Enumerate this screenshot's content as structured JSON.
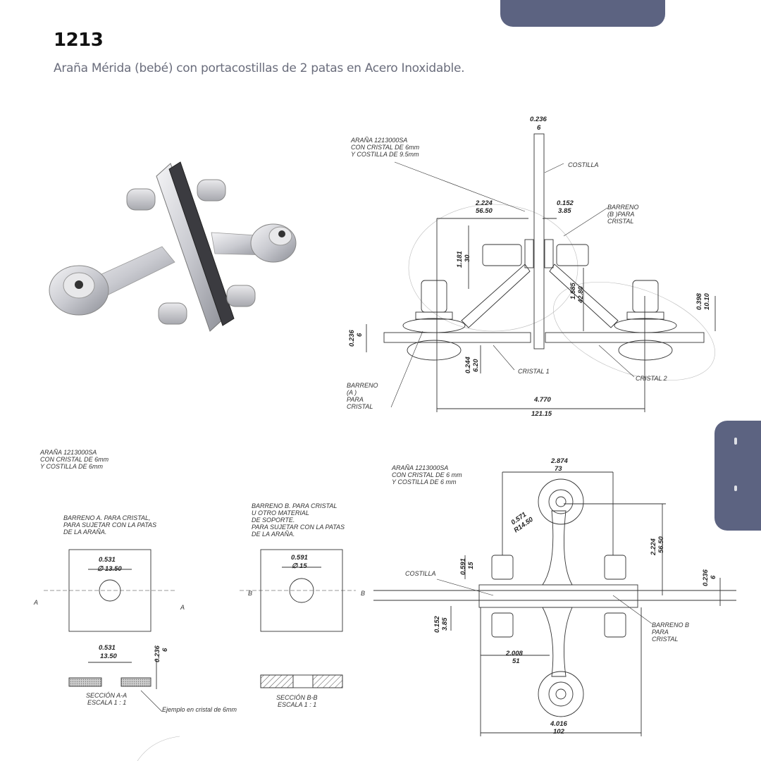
{
  "header": {
    "code": "1213",
    "subtitle": "Araña Mérida (bebé) con portacostillas de 2 patas en Acero Inoxidable."
  },
  "side_view": {
    "note": [
      "ARAÑA 1213000SA",
      "CON CRISTAL DE 6mm",
      "Y COSTILLA DE 9.5mm"
    ],
    "costilla": "COSTILLA",
    "barreno_b": [
      "BARRENO",
      "(B )PARA",
      "CRISTAL"
    ],
    "barreno_a": [
      "BARRENO",
      "(A )",
      "PARA",
      "CRISTAL"
    ],
    "cristal1": "CRISTAL 1",
    "cristal2": "CRISTAL 2",
    "dims": {
      "top_in": "0.236",
      "top_mm": "6",
      "left_in": "2.224",
      "left_mm": "56.50",
      "right_in": "0.152",
      "right_mm": "3.85",
      "v1_in": "1.181",
      "v1_mm": "30",
      "v2_in": "1.685",
      "v2_mm": "42.80",
      "v3_in": "0.398",
      "v3_mm": "10.10",
      "thick_in": "0.236",
      "thick_mm": "6",
      "low_in": "0.244",
      "low_mm": "6.20",
      "overall_in": "4.770",
      "overall_mm": "121.15"
    }
  },
  "details": {
    "note": [
      "ARAÑA 1213000SA",
      "CON CRISTAL DE 6mm",
      "Y COSTILLA DE 6mm"
    ],
    "barreno_a_title": [
      "BARRENO A. PARA CRISTAL,",
      "PARA SUJETAR CON LA PATAS",
      "DE LA ARAÑA."
    ],
    "barreno_b_title": [
      "BARRENO B. PARA CRISTAL",
      "U OTRO MATERIAL",
      "DE SOPORTE.",
      "PARA SUJETAR CON LA PATAS",
      "DE LA ARAÑA."
    ],
    "a_hole_in": "0.531",
    "a_hole_mm": "∅ 13.50",
    "b_hole_in": "0.591",
    "b_hole_mm": "∅ 15",
    "sec_in": "0.531",
    "sec_mm": "13.50",
    "sec_t_in": "0.236",
    "sec_t_mm": "6",
    "section_a": [
      "SECCIÓN A-A",
      "ESCALA 1 : 1"
    ],
    "section_b": [
      "SECCIÓN B-B",
      "ESCALA 1 : 1"
    ],
    "example": "Ejemplo en cristal de 6mm",
    "mark_a": "A",
    "mark_b": "B"
  },
  "top_view": {
    "note": [
      "ARAÑA 1213000SA",
      "CON CRISTAL DE 6 mm",
      "Y COSTILLA DE 6 mm"
    ],
    "costilla": "COSTILLA",
    "barreno_b": [
      "BARRENO B",
      "PARA",
      "CRISTAL"
    ],
    "dims": {
      "w_in": "2.874",
      "w_mm": "73",
      "r_in": "0.571",
      "r_mm": "R14.50",
      "h_in": "2.224",
      "h_mm": "56.50",
      "s_in": "0.591",
      "s_mm": "15",
      "t_in": "0.236",
      "t_mm": "6",
      "b_in": "0.152",
      "b_mm": "3.85",
      "m_in": "2.008",
      "m_mm": "51",
      "o_in": "4.016",
      "o_mm": "102"
    }
  }
}
